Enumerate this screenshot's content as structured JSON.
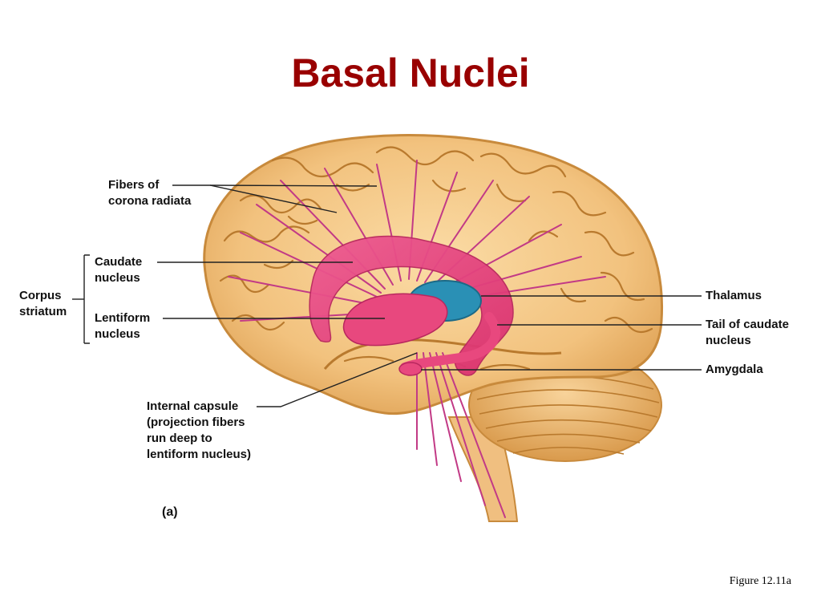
{
  "slide": {
    "title": "Basal Nuclei",
    "figure_id": "Figure 12.11a",
    "panel_letter": "(a)"
  },
  "labels": {
    "fibers_corona": [
      "Fibers of",
      "corona radiata"
    ],
    "caudate": [
      "Caudate",
      "nucleus"
    ],
    "corpus_striatum": [
      "Corpus",
      "striatum"
    ],
    "lentiform": [
      "Lentiform",
      "nucleus"
    ],
    "internal_capsule": [
      "Internal capsule",
      "(projection fibers",
      "run deep to",
      "lentiform nucleus)"
    ],
    "thalamus": [
      "Thalamus"
    ],
    "tail_caudate": [
      "Tail of caudate",
      "nucleus"
    ],
    "amygdala": [
      "Amygdala"
    ]
  },
  "colors": {
    "title": "#990000",
    "brain": "#f2c27e",
    "brain_edge": "#c88a3c",
    "gyrus_line": "#b97a2e",
    "nuclei": "#e8487e",
    "fibers": "#c23a86",
    "thalamus": "#2a90b5",
    "leader": "#222222"
  },
  "icons": [
    "brain-illustration"
  ]
}
